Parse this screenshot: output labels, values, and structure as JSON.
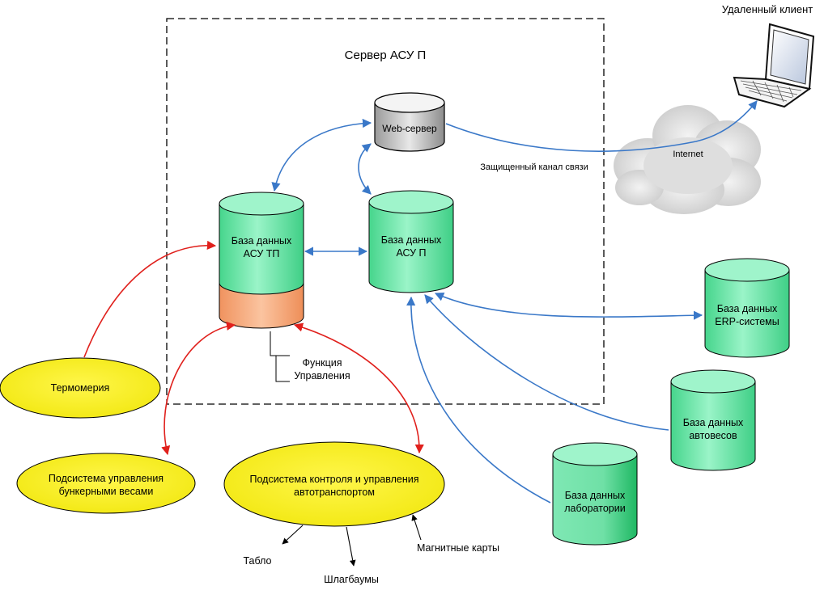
{
  "server_frame": {
    "title": "Сервер АСУ П"
  },
  "web_server": {
    "label": "Web-сервер"
  },
  "db_asu_tp": {
    "line1": "База данных",
    "line2": "АСУ ТП"
  },
  "db_asu_p": {
    "line1": "База данных",
    "line2": "АСУ П"
  },
  "db_erp": {
    "line1": "База данных",
    "line2": "ERP-системы"
  },
  "db_autoscales": {
    "line1": "База данных",
    "line2": "автовесов"
  },
  "db_lab": {
    "line1": "База данных",
    "line2": "лаборатории"
  },
  "control_function": {
    "line1": "Функция",
    "line2": "Управления"
  },
  "remote_client": {
    "label": "Удаленный клиент"
  },
  "internet": {
    "label": "Internet"
  },
  "secure_channel": {
    "label": "Защищенный канал связи"
  },
  "thermometry": {
    "label": "Термомерия"
  },
  "bunker_scales": {
    "line1": "Подсистема управления",
    "line2": "бункерными весами"
  },
  "transport_control": {
    "line1": "Подсистема контроля и управления",
    "line2": "автотранспортом"
  },
  "peripherals": {
    "tablo": "Табло",
    "barriers": "Шлагбаумы",
    "magnetic_cards": "Магнитные карты"
  },
  "colors": {
    "db_green": "#7fe8b4",
    "red_arrow": "#e0201c",
    "blue_arrow": "#3a78c8",
    "ellipse_yellow": "#f5ef1a",
    "function_orange": "#f4a779"
  }
}
